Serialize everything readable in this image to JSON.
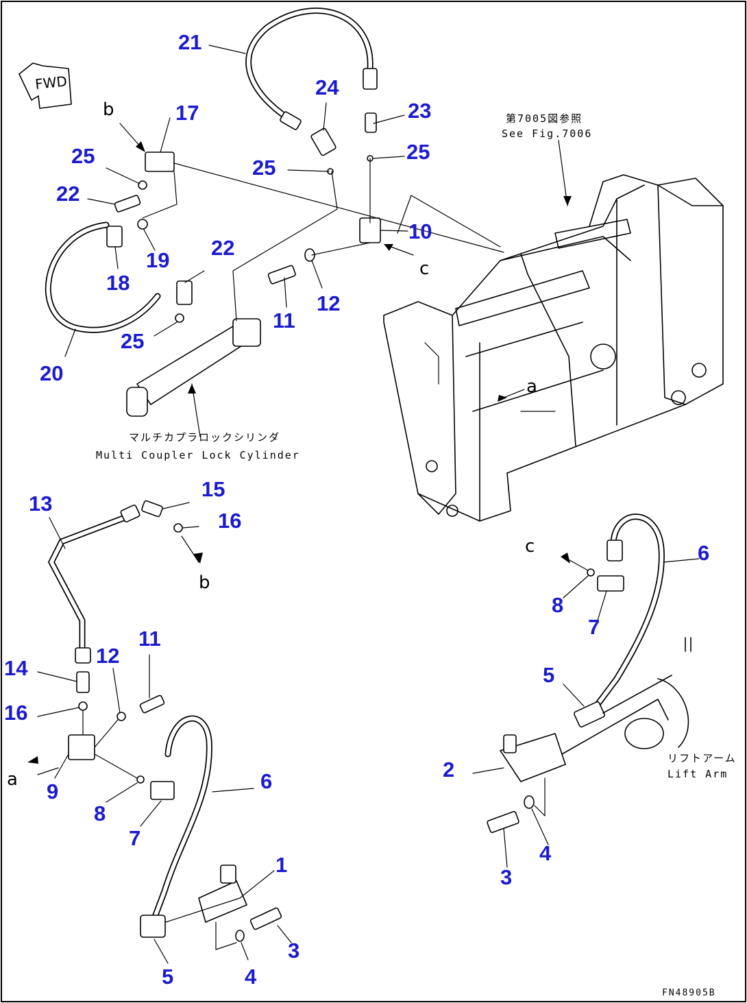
{
  "callouts": {
    "n1": "1",
    "n2": "2",
    "n3a": "3",
    "n3b": "3",
    "n4a": "4",
    "n4b": "4",
    "n5a": "5",
    "n5b": "5",
    "n6a": "6",
    "n6b": "6",
    "n7a": "7",
    "n7b": "7",
    "n8a": "8",
    "n8b": "8",
    "n9": "9",
    "n10": "10",
    "n11a": "11",
    "n11b": "11",
    "n12a": "12",
    "n12b": "12",
    "n13": "13",
    "n14": "14",
    "n15": "15",
    "n16a": "16",
    "n16b": "16",
    "n17": "17",
    "n18": "18",
    "n19": "19",
    "n20": "20",
    "n21": "21",
    "n22a": "22",
    "n22b": "22",
    "n23": "23",
    "n24": "24",
    "n25a": "25",
    "n25b": "25",
    "n25c": "25",
    "n25d": "25"
  },
  "letters": {
    "a1": "a",
    "a2": "a",
    "b1": "b",
    "b2": "b",
    "c1": "c",
    "c2": "c"
  },
  "labels": {
    "fwd": "FWD",
    "ref_jp": "第7005図参照",
    "ref_en": "See Fig.7006",
    "cylinder_jp": "マルチカプラロックシリンダ",
    "cylinder_en": "Multi Coupler Lock Cylinder",
    "liftarm_jp": "リフトアーム",
    "liftarm_en": "Lift Arm",
    "drawing_code": "FN48905B"
  },
  "colors": {
    "callout": "#1a1ad0",
    "ink": "#000000"
  }
}
